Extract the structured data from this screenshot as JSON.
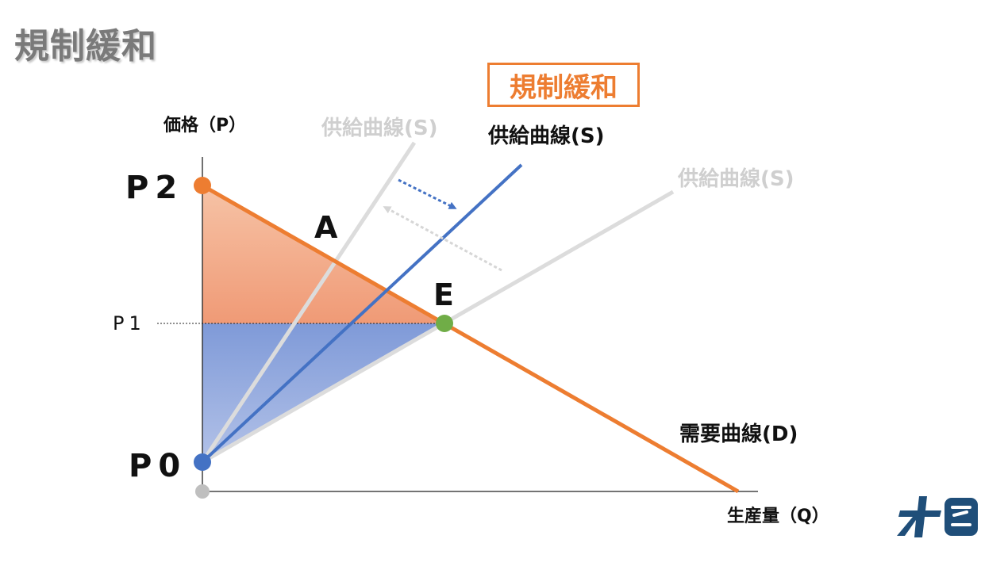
{
  "slide": {
    "title": "規制緩和"
  },
  "badge": {
    "label": "規制緩和"
  },
  "axes": {
    "y_label": "価格（P）",
    "x_label": "生産量（Q）"
  },
  "price_levels": {
    "p2": "P2",
    "p1": "P1",
    "p0": "P0"
  },
  "points": {
    "a": "A",
    "e": "E"
  },
  "curves": {
    "supply_old": "供給曲線(S)",
    "supply_new": "供給曲線(S)",
    "demand": "需要曲線(D)"
  },
  "colors": {
    "demand": "#ed7d31",
    "supply_new": "#4472c4",
    "supply_old": "#d9d9d9",
    "consumer_surplus": "#f4b183",
    "producer_surplus": "#8faadc",
    "equilibrium": "#70ad47",
    "title_gray": "#7a7a7a",
    "logo": "#1f4e79"
  },
  "icons": {
    "logo": "brand-logo-icon"
  }
}
